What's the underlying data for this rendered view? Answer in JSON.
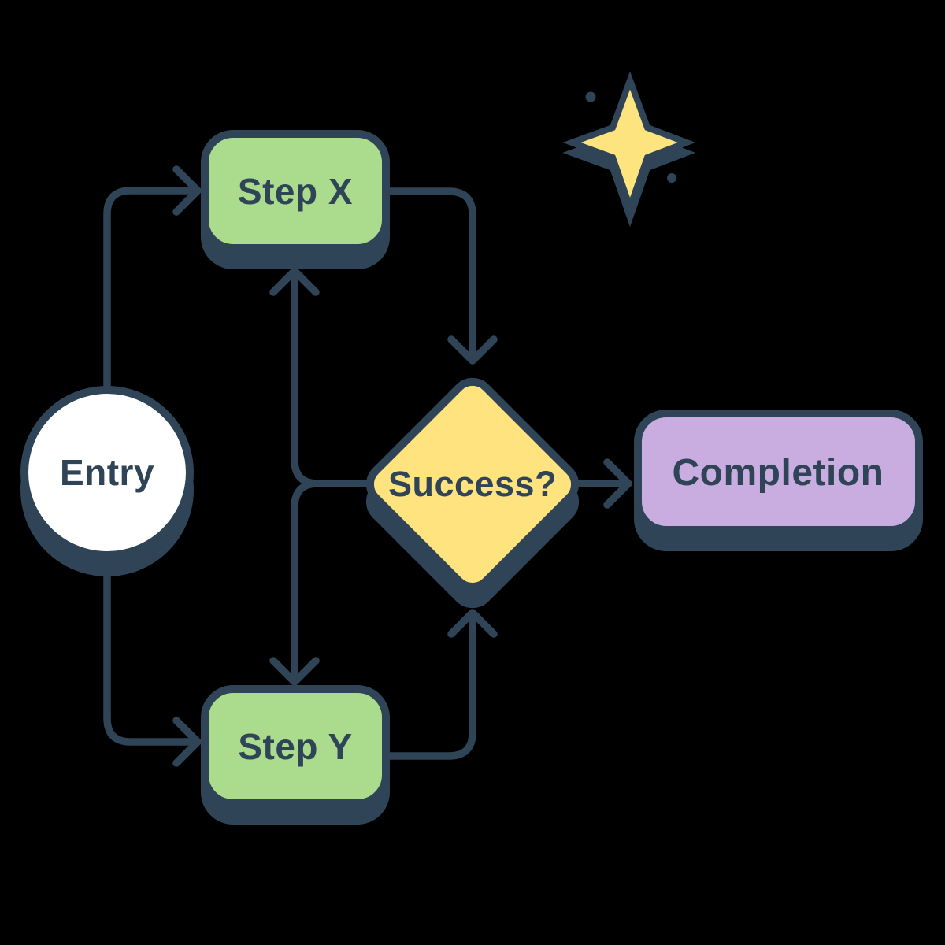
{
  "canvas": {
    "background": "#000000"
  },
  "colors": {
    "outline": "#2f4456",
    "process_fill": "#abdc8d",
    "decision_fill": "#ffe37f",
    "terminal_fill": "#c9ade1",
    "start_fill": "#ffffff",
    "sparkle_fill": "#fde47e"
  },
  "nodes": {
    "entry": {
      "label": "Entry",
      "shape": "circle",
      "role": "start"
    },
    "step_x": {
      "label": "Step X",
      "shape": "rounded-rectangle",
      "role": "process"
    },
    "step_y": {
      "label": "Step Y",
      "shape": "rounded-rectangle",
      "role": "process"
    },
    "decision": {
      "label": "Success?",
      "shape": "diamond",
      "role": "decision"
    },
    "completion": {
      "label": "Completion",
      "shape": "rounded-rectangle",
      "role": "terminal"
    }
  },
  "edges": [
    {
      "from": "entry",
      "to": "step_x"
    },
    {
      "from": "entry",
      "to": "step_y"
    },
    {
      "from": "step_x",
      "to": "decision"
    },
    {
      "from": "step_y",
      "to": "decision"
    },
    {
      "from": "decision",
      "to": "step_x"
    },
    {
      "from": "decision",
      "to": "step_y"
    },
    {
      "from": "decision",
      "to": "completion"
    }
  ],
  "decorations": {
    "sparkle": "four-point-star",
    "dot_count": 2
  }
}
